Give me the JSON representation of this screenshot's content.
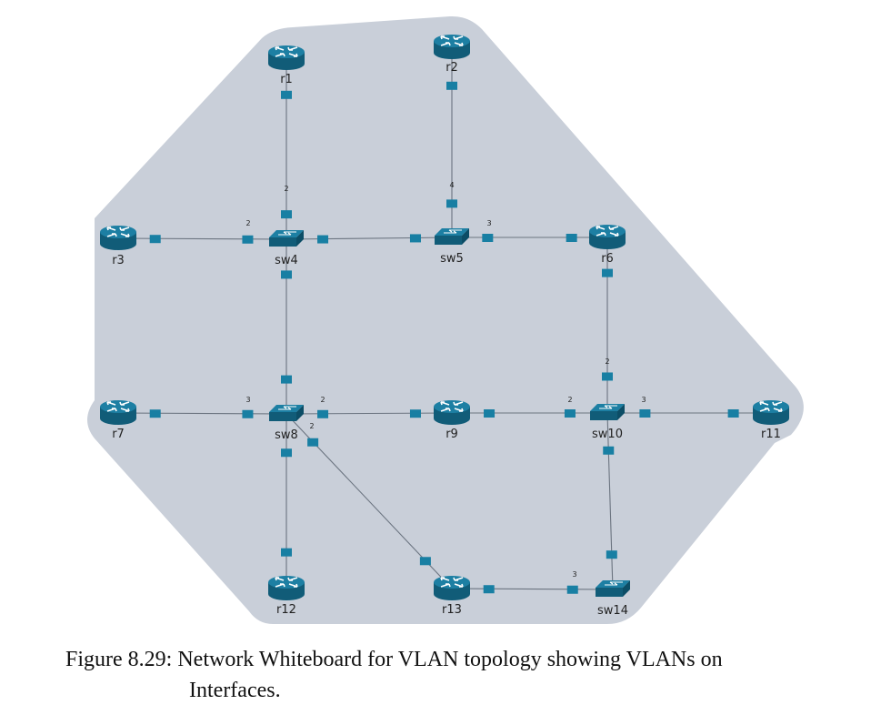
{
  "caption": {
    "prefix": "Figure 8.29:",
    "line1": "Network Whiteboard for VLAN topology showing VLANs on",
    "line2": "Interfaces."
  },
  "colors": {
    "region": "#c9cfd9",
    "device": "#1d7fa3",
    "device_dark": "#115c78",
    "port": "#187fa3",
    "link": "#6b7480"
  },
  "nodes": [
    {
      "id": "r1",
      "label": "r1",
      "type": "router"
    },
    {
      "id": "r2",
      "label": "r2",
      "type": "router"
    },
    {
      "id": "r3",
      "label": "r3",
      "type": "router"
    },
    {
      "id": "sw4",
      "label": "sw4",
      "type": "switch"
    },
    {
      "id": "sw5",
      "label": "sw5",
      "type": "switch"
    },
    {
      "id": "r6",
      "label": "r6",
      "type": "router"
    },
    {
      "id": "r7",
      "label": "r7",
      "type": "router"
    },
    {
      "id": "sw8",
      "label": "sw8",
      "type": "switch"
    },
    {
      "id": "r9",
      "label": "r9",
      "type": "router"
    },
    {
      "id": "sw10",
      "label": "sw10",
      "type": "switch"
    },
    {
      "id": "r11",
      "label": "r11",
      "type": "router"
    },
    {
      "id": "r12",
      "label": "r12",
      "type": "router"
    },
    {
      "id": "r13",
      "label": "r13",
      "type": "router"
    },
    {
      "id": "sw14",
      "label": "sw14",
      "type": "switch"
    }
  ],
  "links": [
    {
      "from": "r1",
      "to": "sw4",
      "vlan": "2"
    },
    {
      "from": "r2",
      "to": "sw5",
      "vlan": "4"
    },
    {
      "from": "r3",
      "to": "sw4",
      "vlan": "2"
    },
    {
      "from": "sw4",
      "to": "sw5",
      "vlan": ""
    },
    {
      "from": "sw5",
      "to": "r6",
      "vlan": "3"
    },
    {
      "from": "sw4",
      "to": "sw8",
      "vlan": ""
    },
    {
      "from": "r6",
      "to": "sw10",
      "vlan": "2"
    },
    {
      "from": "r7",
      "to": "sw8",
      "vlan": "3"
    },
    {
      "from": "sw8",
      "to": "r9",
      "vlan": "2"
    },
    {
      "from": "r9",
      "to": "sw10",
      "vlan": "2"
    },
    {
      "from": "sw10",
      "to": "r11",
      "vlan": "3"
    },
    {
      "from": "sw8",
      "to": "r12",
      "vlan": ""
    },
    {
      "from": "sw8",
      "to": "r13",
      "vlan": "2"
    },
    {
      "from": "r13",
      "to": "sw14",
      "vlan": "3"
    },
    {
      "from": "sw10",
      "to": "sw14",
      "vlan": ""
    }
  ]
}
